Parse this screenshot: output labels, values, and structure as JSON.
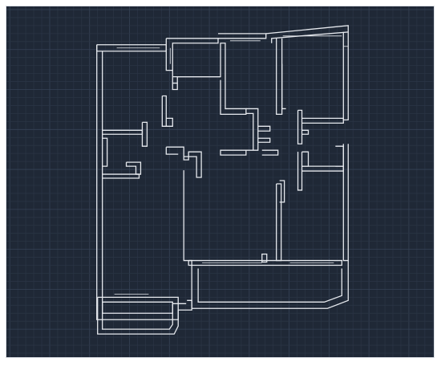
{
  "app": {
    "canvas": "cad-drawing-canvas",
    "background_color": "#1f2836",
    "grid_minor_color": "#2a3444",
    "grid_major_color": "#364256",
    "linework_color": "#e6e9ee"
  },
  "drawing": {
    "type": "floor-plan",
    "view": "model-space"
  }
}
